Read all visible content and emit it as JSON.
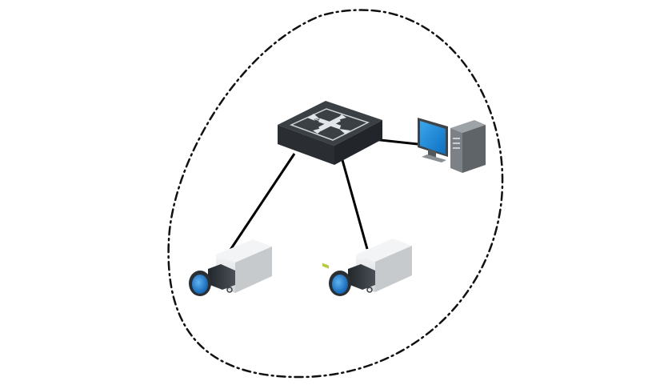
{
  "diagram": {
    "type": "network-topology",
    "boundary_style": "dash-dot",
    "nodes": [
      {
        "id": "switch",
        "kind": "network-switch",
        "icon": "network-switch-icon"
      },
      {
        "id": "pc",
        "kind": "desktop-computer",
        "icon": "desktop-computer-icon"
      },
      {
        "id": "camera-1",
        "kind": "box-camera",
        "icon": "box-camera-icon"
      },
      {
        "id": "camera-2",
        "kind": "box-camera",
        "icon": "box-camera-icon"
      }
    ],
    "links": [
      {
        "from": "switch",
        "to": "pc"
      },
      {
        "from": "switch",
        "to": "camera-1"
      },
      {
        "from": "switch",
        "to": "camera-2"
      }
    ]
  },
  "colors": {
    "outline": "#111111",
    "cable": "#000000",
    "switch_top": "#3a3f44",
    "switch_side": "#2b2f33",
    "switch_arrows": "#d8dde2",
    "monitor_screen": "#1e88d6",
    "tower": "#6f747a",
    "camera_body": "#e4e6e8",
    "camera_lens": "#2d3237",
    "lens_glass": "#1e7fd0"
  }
}
